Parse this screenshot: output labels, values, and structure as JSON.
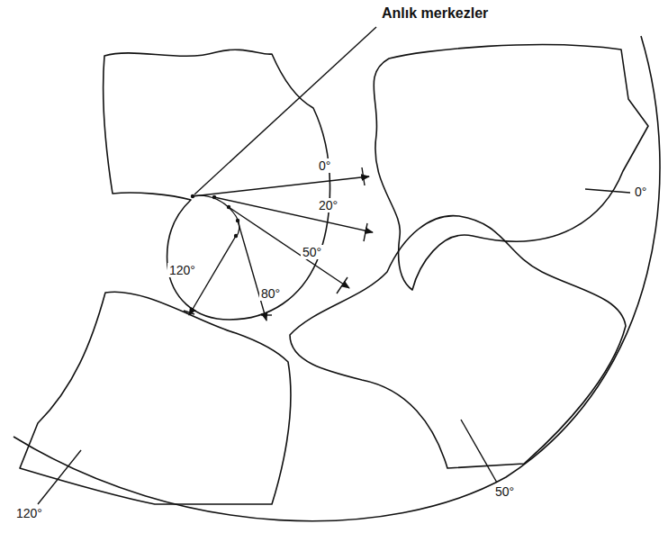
{
  "diagram": {
    "labels": [
      "Anlık merkezler",
      "0°",
      "20°",
      "50°",
      "80°",
      "120°",
      "0°",
      "50°",
      "120°"
    ]
  }
}
